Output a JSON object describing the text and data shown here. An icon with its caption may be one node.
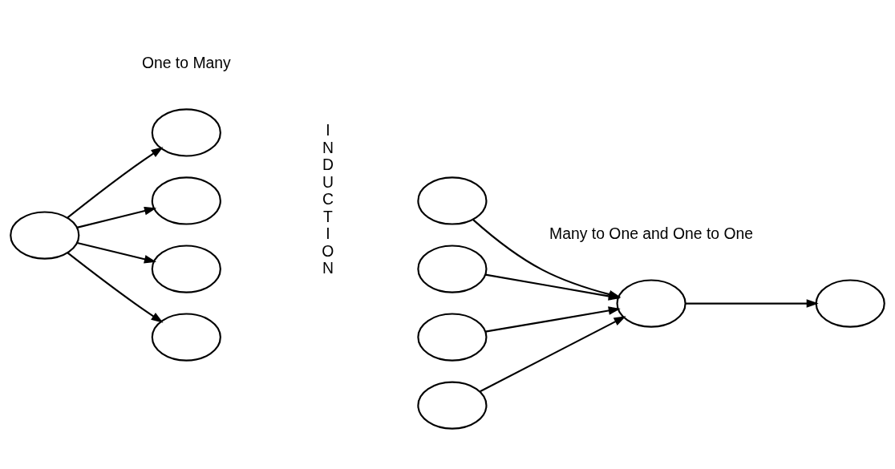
{
  "diagram": {
    "nodes": [
      {
        "text": [],
        "shape": "ellipse"
      },
      {
        "text": [],
        "shape": "ellipse"
      },
      {
        "text": [],
        "shape": "ellipse"
      },
      {
        "text": [],
        "shape": "ellipse"
      },
      {
        "text": [],
        "shape": "ellipse"
      },
      {
        "text": [],
        "shape": "ellipse"
      },
      {
        "text": [],
        "shape": "ellipse"
      },
      {
        "text": [],
        "shape": "ellipse"
      },
      {
        "text": [],
        "shape": "ellipse"
      },
      {
        "text": [],
        "shape": "ellipse"
      },
      {
        "text": [],
        "shape": "ellipse"
      }
    ],
    "edges": [
      {
        "from": 0,
        "to": 1,
        "arrow": "to"
      },
      {
        "from": 0,
        "to": 2,
        "arrow": "to"
      },
      {
        "from": 0,
        "to": 3,
        "arrow": "to"
      },
      {
        "from": 0,
        "to": 4,
        "arrow": "to"
      },
      {
        "from": 5,
        "to": 9,
        "arrow": "to"
      },
      {
        "from": 6,
        "to": 9,
        "arrow": "to"
      },
      {
        "from": 7,
        "to": 9,
        "arrow": "to"
      },
      {
        "from": 8,
        "to": 9,
        "arrow": "to"
      },
      {
        "from": 9,
        "to": 10,
        "arrow": "to"
      }
    ],
    "labels": [
      "INDUCTION",
      "One to Many",
      "Many to One and One to One"
    ]
  }
}
